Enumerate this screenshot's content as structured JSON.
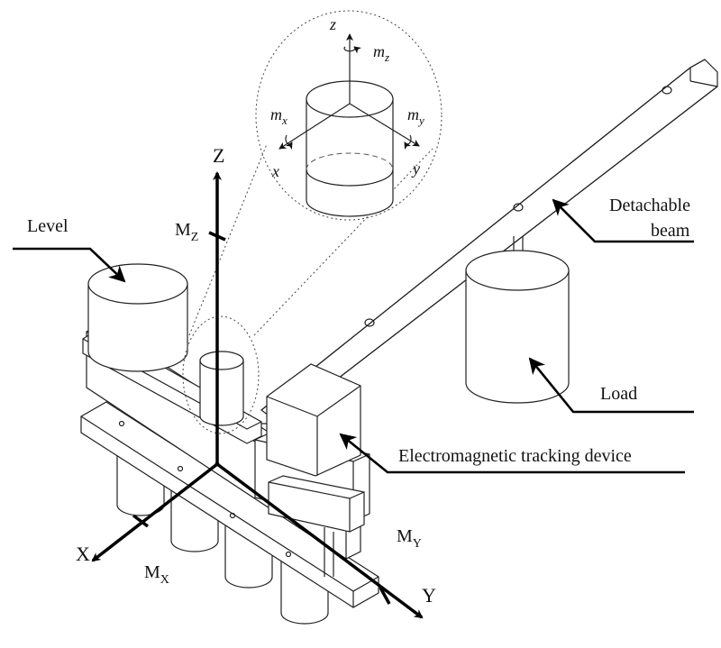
{
  "labels": {
    "level": "Level",
    "detachable_line1": "Detachable",
    "detachable_line2": "beam",
    "load": "Load",
    "tracking": "Electromagnetic tracking device"
  },
  "global_axes": {
    "z": "Z",
    "x": "X",
    "y": "Y",
    "mz_base": "M",
    "mz_sub": "Z",
    "mx_base": "M",
    "mx_sub": "X",
    "my_base": "M",
    "my_sub": "Y"
  },
  "local_axes": {
    "z": "z",
    "x": "x",
    "y": "y",
    "mz_base": "m",
    "mz_sub": "z",
    "mx_base": "m",
    "mx_sub": "x",
    "my_base": "m",
    "my_sub": "y"
  }
}
